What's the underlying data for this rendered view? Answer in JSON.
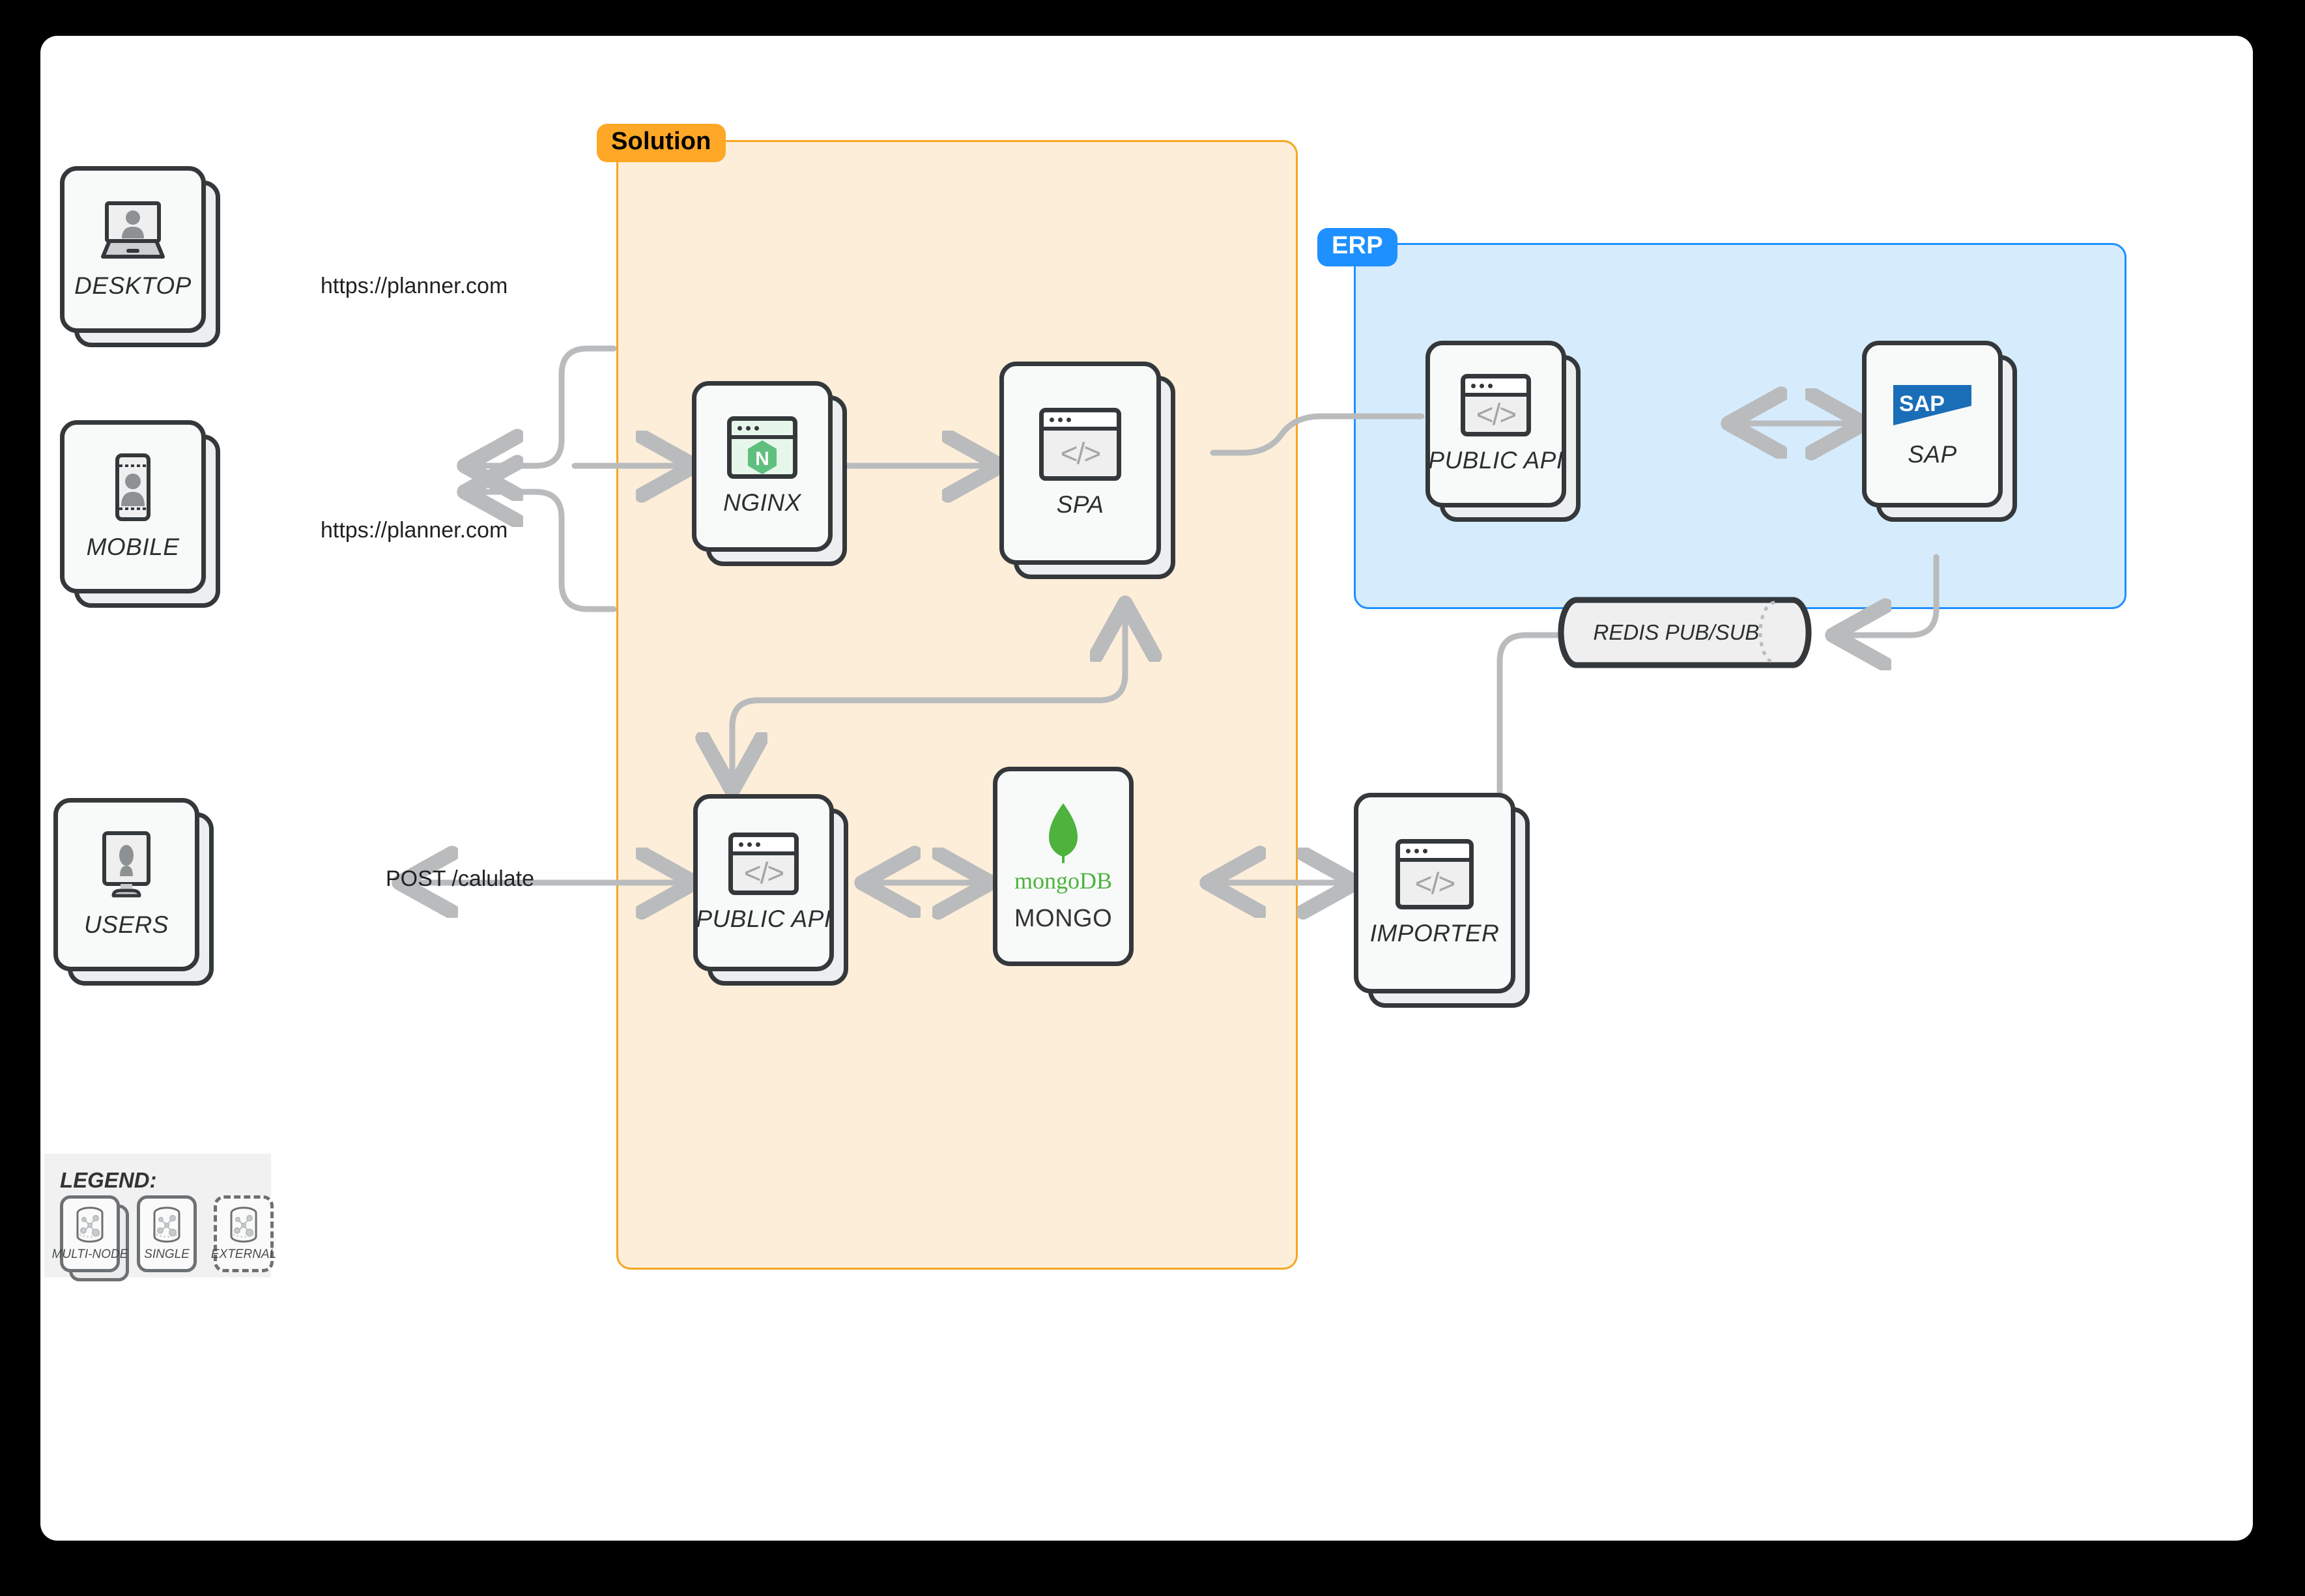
{
  "diagram": {
    "groups": [
      {
        "id": "solution",
        "badge": "Solution",
        "accent": "#f5a623",
        "fill": "#fdeed9"
      },
      {
        "id": "erp",
        "badge": "ERP",
        "accent": "#1e90ff",
        "fill": "#d6ecfd"
      }
    ],
    "nodes": [
      {
        "id": "desktop",
        "label": "DESKTOP",
        "icon": "laptop-user-icon",
        "kind": "multi-node",
        "group": null
      },
      {
        "id": "mobile",
        "label": "MOBILE",
        "icon": "phone-user-icon",
        "kind": "multi-node",
        "group": null
      },
      {
        "id": "users",
        "label": "USERS",
        "icon": "monitor-user-icon",
        "kind": "multi-node",
        "group": null
      },
      {
        "id": "nginx",
        "label": "NGINX",
        "icon": "nginx-logo-icon",
        "kind": "multi-node",
        "group": "solution"
      },
      {
        "id": "spa",
        "label": "SPA",
        "icon": "code-window-icon",
        "kind": "multi-node",
        "group": "solution"
      },
      {
        "id": "solution_public_api",
        "label": "PUBLIC API",
        "icon": "code-window-icon",
        "kind": "multi-node",
        "group": "solution"
      },
      {
        "id": "mongo",
        "label": "MONGO",
        "sublabel": "mongoDB",
        "icon": "mongodb-leaf-icon",
        "kind": "single",
        "group": "solution"
      },
      {
        "id": "importer",
        "label": "IMPORTER",
        "icon": "code-window-icon",
        "kind": "multi-node",
        "group": null
      },
      {
        "id": "erp_public_api",
        "label": "PUBLIC API",
        "icon": "code-window-icon",
        "kind": "multi-node",
        "group": "erp"
      },
      {
        "id": "sap",
        "label": "SAP",
        "icon": "sap-logo-icon",
        "kind": "multi-node",
        "group": "erp"
      },
      {
        "id": "redis",
        "label": "REDIS PUB/SUB",
        "icon": "queue-cylinder-icon",
        "kind": "queue",
        "group": null
      }
    ],
    "edges": [
      {
        "from": "nginx",
        "to": "desktop",
        "label": "https://planner.com"
      },
      {
        "from": "nginx",
        "to": "mobile",
        "label": "https://planner.com"
      },
      {
        "from": "solution_public_api",
        "to": "users",
        "label": "POST /calulate"
      },
      {
        "from": "nginx",
        "to": "spa",
        "label": ""
      },
      {
        "from": "spa",
        "to": "erp_public_api",
        "label": ""
      },
      {
        "from": "spa",
        "to": "solution_public_api",
        "label": ""
      },
      {
        "from": "solution_public_api",
        "to": "mongo",
        "label": ""
      },
      {
        "from": "mongo",
        "to": "importer",
        "label": ""
      },
      {
        "from": "erp_public_api",
        "to": "sap",
        "label": ""
      },
      {
        "from": "sap",
        "to": "redis",
        "label": ""
      },
      {
        "from": "importer",
        "to": "redis",
        "label": ""
      }
    ]
  },
  "legend": {
    "title": "LEGEND:",
    "items": [
      {
        "id": "multi-node",
        "label": "MULTI-NODE",
        "icon": "database-cylinder-icon"
      },
      {
        "id": "single",
        "label": "SINGLE",
        "icon": "database-cylinder-icon"
      },
      {
        "id": "external",
        "label": "EXTERNAL",
        "icon": "database-cylinder-icon"
      }
    ]
  },
  "colors": {
    "solution_accent": "#f5a623",
    "solution_fill": "#fdeed9",
    "erp_accent": "#1e90ff",
    "erp_fill": "#d6ecfd",
    "node_border": "#34383b",
    "arrow": "#b9bbbd",
    "nginx_green": "#5fbf7e",
    "mongo_green": "#4db33d",
    "sap_blue": "#1a6eb8"
  }
}
